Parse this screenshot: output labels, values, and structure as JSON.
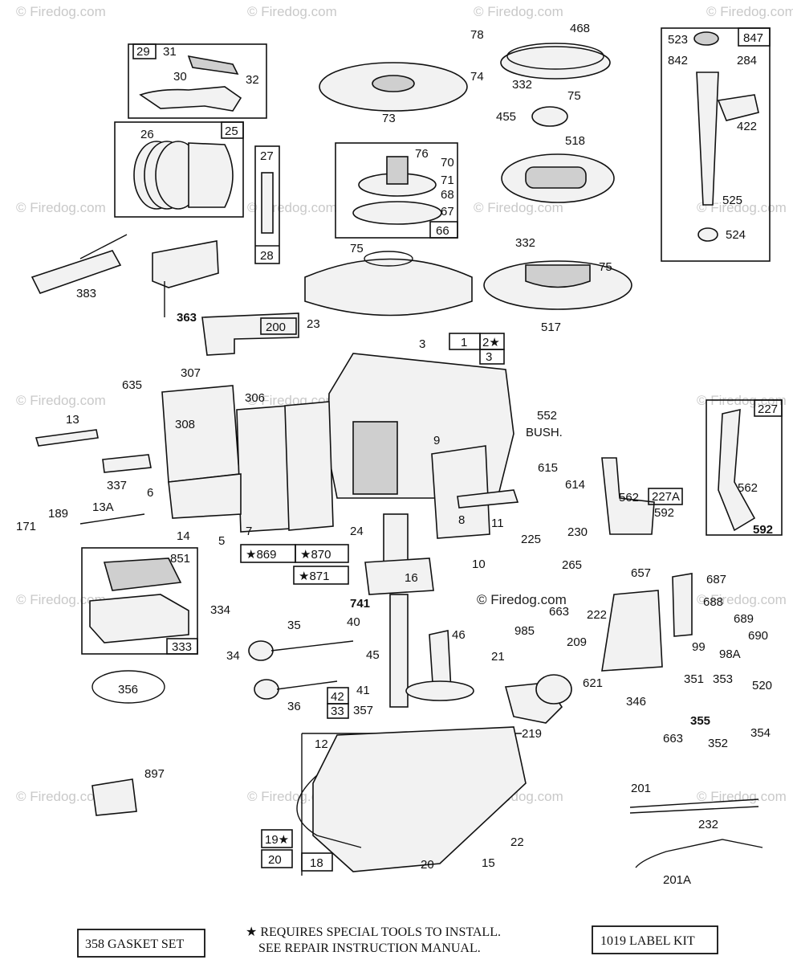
{
  "watermark": "© Firedog.com",
  "watermark_center": "© Firedog.com",
  "labels": {
    "p29": "29",
    "p31": "31",
    "p30": "30",
    "p32": "32",
    "p26": "26",
    "p25": "25",
    "p27": "27",
    "p28": "28",
    "p383": "383",
    "p363": "363",
    "p200": "200",
    "p73": "73",
    "p78": "78",
    "p468": "468",
    "p74": "74",
    "p332a": "332",
    "p75a": "75",
    "p455": "455",
    "p518": "518",
    "p76": "76",
    "p70": "70",
    "p71": "71",
    "p68": "68",
    "p67": "67",
    "p66": "66",
    "p75b": "75",
    "p23": "23",
    "p332b": "332",
    "p75c": "75",
    "p517": "517",
    "p523": "523",
    "p847": "847",
    "p842": "842",
    "p284": "284",
    "p422": "422",
    "p525": "525",
    "p524": "524",
    "p1": "1",
    "p2": "2★",
    "p3a": "3",
    "p3b": "3",
    "p635": "635",
    "p307": "307",
    "p306": "306",
    "p13": "13",
    "p308": "308",
    "p552": "552",
    "pbush": "BUSH.",
    "p9": "9",
    "p227": "227",
    "p337": "337",
    "p6": "6",
    "p615": "615",
    "p614": "614",
    "p562a": "562",
    "p227a": "227A",
    "p592a": "592",
    "p562b": "562",
    "p592b": "592",
    "p13a": "13A",
    "p171": "171",
    "p189": "189",
    "p14": "14",
    "p5": "5",
    "p7": "7",
    "p24": "24",
    "p8": "8",
    "p11": "11",
    "p225": "225",
    "p230": "230",
    "p869": "★869",
    "p870": "★870",
    "p871": "★871",
    "p10": "10",
    "p851": "851",
    "p265": "265",
    "p657": "657",
    "p16": "16",
    "p687": "687",
    "p688": "688",
    "p741": "741",
    "p663a": "663",
    "p222": "222",
    "p985": "985",
    "p689": "689",
    "p690": "690",
    "p334": "334",
    "p333": "333",
    "p35": "35",
    "p40": "40",
    "p209": "209",
    "p99": "99",
    "p98a": "98A",
    "p34": "34",
    "p45": "45",
    "p46": "46",
    "p21": "21",
    "p621": "621",
    "p351": "351",
    "p353": "353",
    "p520": "520",
    "p356": "356",
    "p42": "42",
    "p41": "41",
    "p36": "36",
    "p33": "33",
    "p357": "357",
    "p346": "346",
    "p355": "355",
    "p663b": "663",
    "p352": "352",
    "p354": "354",
    "p219": "219",
    "p12": "12",
    "p897": "897",
    "p201": "201",
    "p232": "232",
    "p19": "19★",
    "p22": "22",
    "p20a": "20",
    "p18": "18",
    "p20b": "20",
    "p15": "15",
    "p201a": "201A"
  },
  "footer": {
    "gasket": "358 GASKET SET",
    "note_line1": "★ REQUIRES SPECIAL TOOLS TO INSTALL.",
    "note_line2": "SEE REPAIR INSTRUCTION MANUAL.",
    "label_kit": "1019 LABEL KIT"
  }
}
